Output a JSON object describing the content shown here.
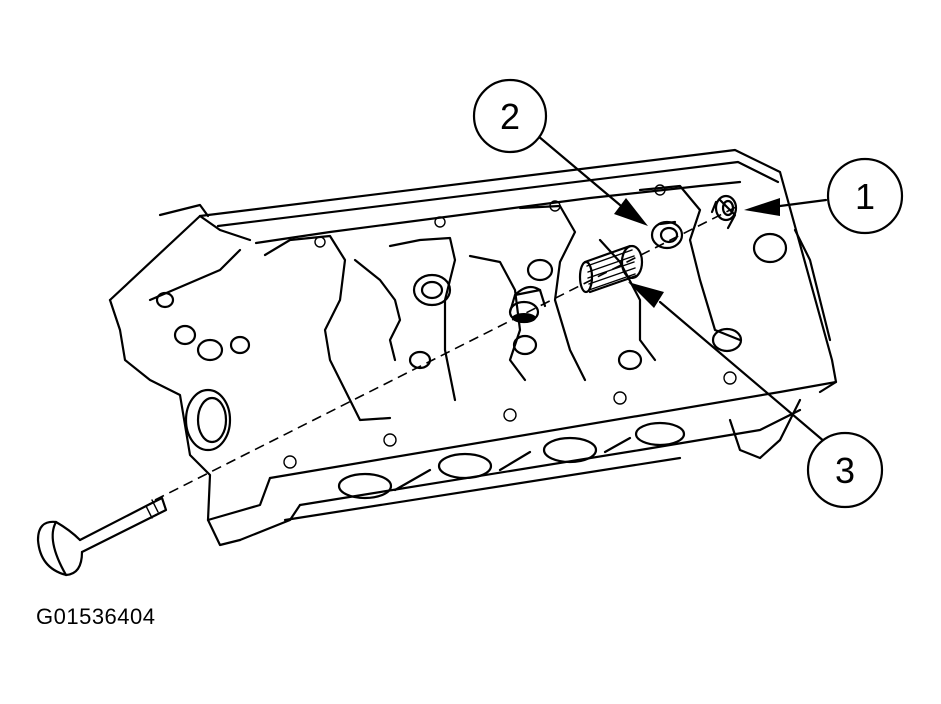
{
  "figure_code": "G01536404",
  "callouts": [
    {
      "number": "1"
    },
    {
      "number": "2"
    },
    {
      "number": "3"
    }
  ]
}
